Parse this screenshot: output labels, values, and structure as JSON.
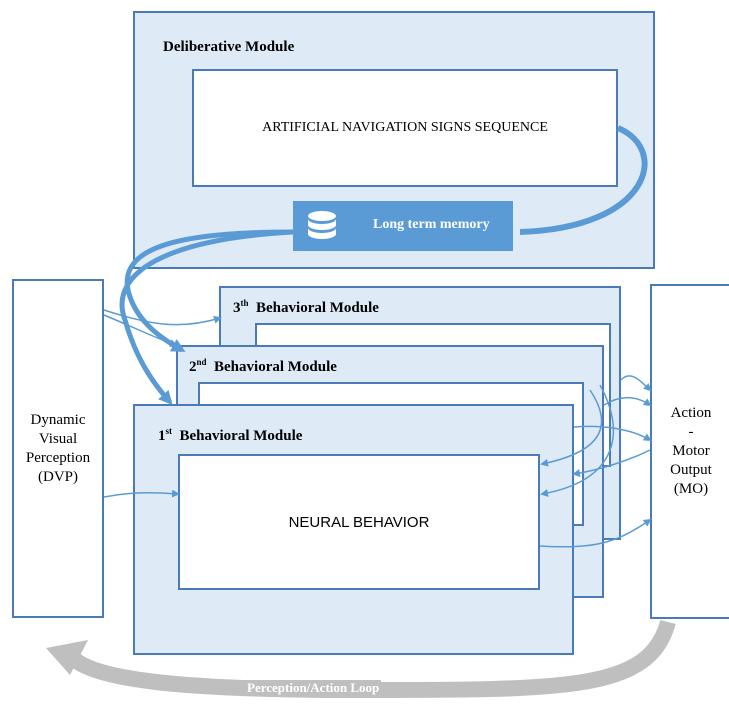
{
  "deliberative": {
    "title": "Deliberative Module",
    "sequence_label": "ARTIFICIAL NAVIGATION SIGNS SEQUENCE",
    "memory_label": "Long term memory",
    "memory_icon": "database-icon"
  },
  "behavioral_modules": [
    {
      "ordinal": "1",
      "suffix": "st",
      "label": "Behavioral Module"
    },
    {
      "ordinal": "2",
      "suffix": "nd",
      "label": "Behavioral Module"
    },
    {
      "ordinal": "3",
      "suffix": "th",
      "label": "Behavioral Module"
    }
  ],
  "neural_behavior": "NEURAL BEHAVIOR",
  "perception": {
    "lines": [
      "Dynamic",
      "Visual",
      "Perception",
      "(DVP)"
    ]
  },
  "motor": {
    "lines": [
      "Action",
      "-",
      "Motor",
      "Output",
      "(MO)"
    ]
  },
  "loop_label": "Perception/Action Loop",
  "colors": {
    "module_fill": "#deebf7",
    "border": "#4a7ab8",
    "arrow": "#5b9bd5",
    "memory_fill": "#5b9bd5",
    "loop": "#bfbfbf"
  }
}
